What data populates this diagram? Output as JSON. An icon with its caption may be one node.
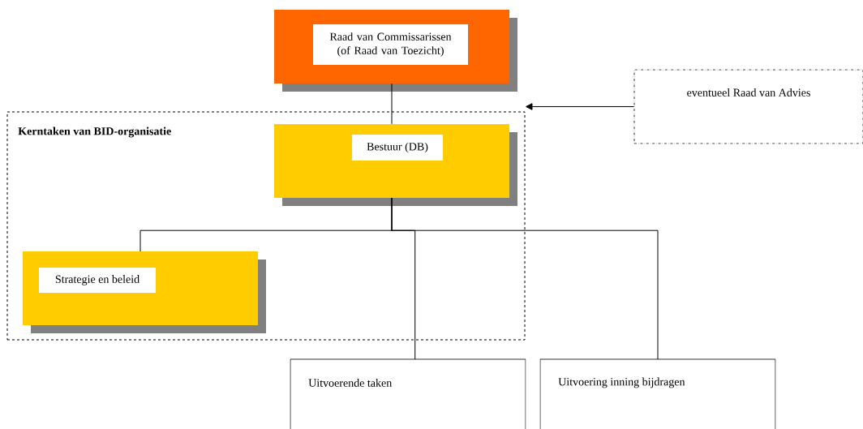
{
  "diagram": {
    "nodes": [
      {
        "text": [
          "Raad van Commissarissen (of Raad van Toezicht)"
        ]
      },
      {
        "text": [
          "eventueel Raad van Advies"
        ]
      },
      {
        "text": [
          "Kerntaken van BID-organisatie"
        ]
      },
      {
        "text": [
          "Bestuur (DB)"
        ],
        "in": 2
      },
      {
        "text": [
          "Strategie en beleid"
        ],
        "in": 2
      },
      {
        "text": [
          "Uitvoerende taken"
        ]
      },
      {
        "text": [
          "Uitvoering inning bijdragen"
        ]
      }
    ],
    "edges": [
      {
        "from": 0,
        "to": 3,
        "arrow": "none"
      },
      {
        "from": 1,
        "to": 2,
        "arrow": "to"
      },
      {
        "from": 3,
        "to": 4,
        "arrow": "none"
      },
      {
        "from": 3,
        "to": 5,
        "arrow": "none"
      },
      {
        "from": 3,
        "to": 6,
        "arrow": "none"
      }
    ]
  }
}
